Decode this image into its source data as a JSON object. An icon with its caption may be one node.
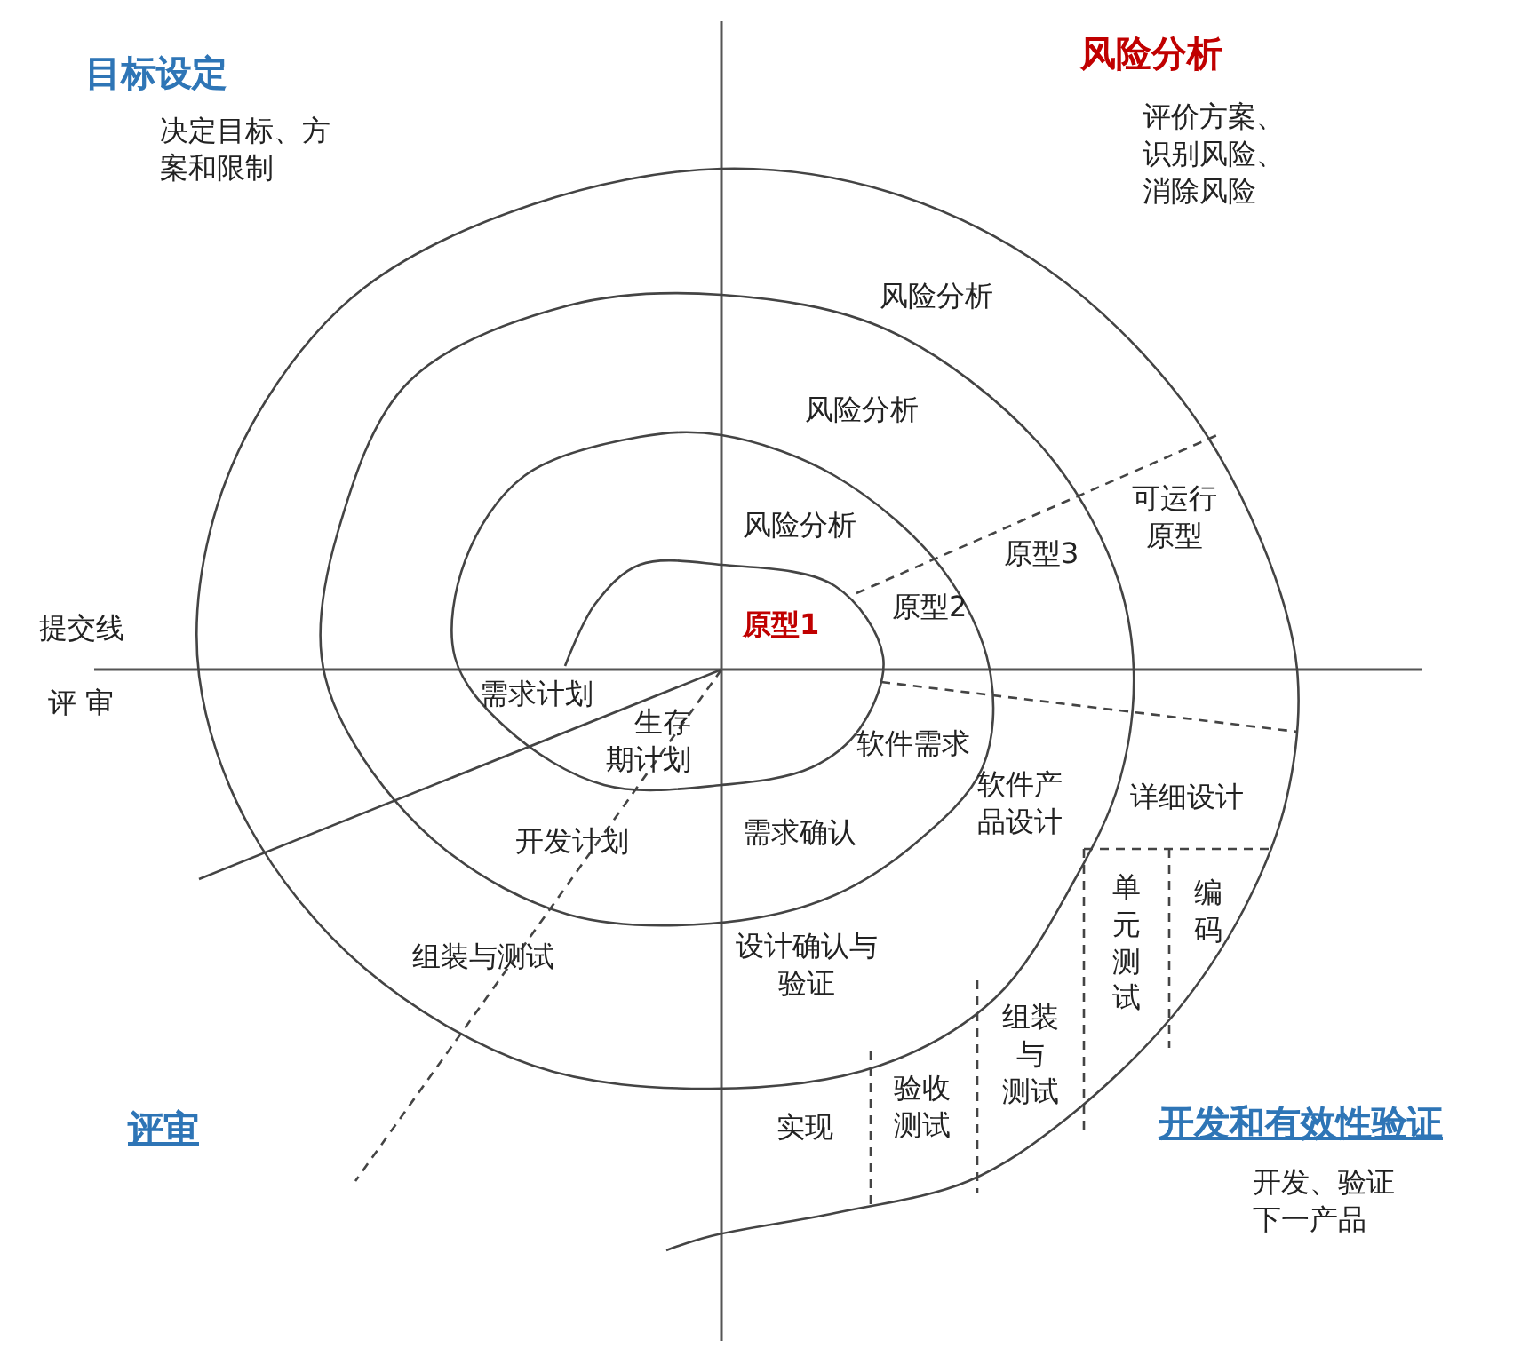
{
  "diagram": {
    "labels": [
      "目标设定",
      "风险分析",
      "决定目标、方案和限制",
      "评价方案、识别风险、消除风险",
      "风险分析",
      "风险分析",
      "可运行原型",
      "风险分析",
      "原型3",
      "提交线",
      "原型1",
      "原型2",
      "评 审",
      "需求计划",
      "生存期计划",
      "软件需求",
      "软件产品设计",
      "详细设计",
      "开发计划",
      "需求确认",
      "单元测试",
      "编码",
      "组装与测试",
      "设计确认与验证",
      "组装与测试",
      "验收测试",
      "实现",
      "评审",
      "开发和有效性验证",
      "开发、验证下一产品"
    ]
  }
}
